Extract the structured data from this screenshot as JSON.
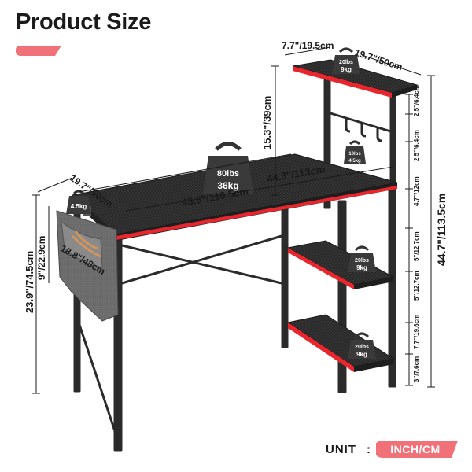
{
  "title": "Product Size",
  "accent_color": "#f07178",
  "dimensions": {
    "shelf_depth_small": "7.7\"/19.5cm",
    "shelf_width_top": "19.7\"/50cm",
    "shelf_height_above_desk": "15.3\"/39cm",
    "desk_depth": "19.7\"/50cm",
    "desk_width_inner": "44.3\"/113cm",
    "desk_width_outer": "43.5\"/110.5cm",
    "bag_height": "9\"/22.9cm",
    "bag_width": "18.8\"/48cm",
    "desk_height": "23.9\"/74.5cm",
    "total_height": "44.7\"/113.5cm",
    "gap_1": "2.5\"/6.4cm",
    "gap_2": "2.5\"/6.4cm",
    "gap_3": "4.7\"/12cm",
    "gap_4": "5\"/12.7cm",
    "gap_5": "5\"/12.7cm",
    "gap_6": "7.7\"/19.6cm",
    "gap_7": "3\"/7.6cm"
  },
  "weights": {
    "desk_lbs": "80lbs",
    "desk_kg": "36kg",
    "top_shelf_lbs": "20lbs",
    "top_shelf_kg": "9kg",
    "hook_lbs": "10lbs",
    "hook_kg": "4.5kg",
    "mid_shelf_lbs": "20lbs",
    "mid_shelf_kg": "9kg",
    "bottom_shelf_lbs": "20lbs",
    "bottom_shelf_kg": "9kg",
    "bag_kg": "4.5kg"
  },
  "unit": {
    "label": "UNIT",
    "colon": ":",
    "value": "INCH/CM"
  }
}
